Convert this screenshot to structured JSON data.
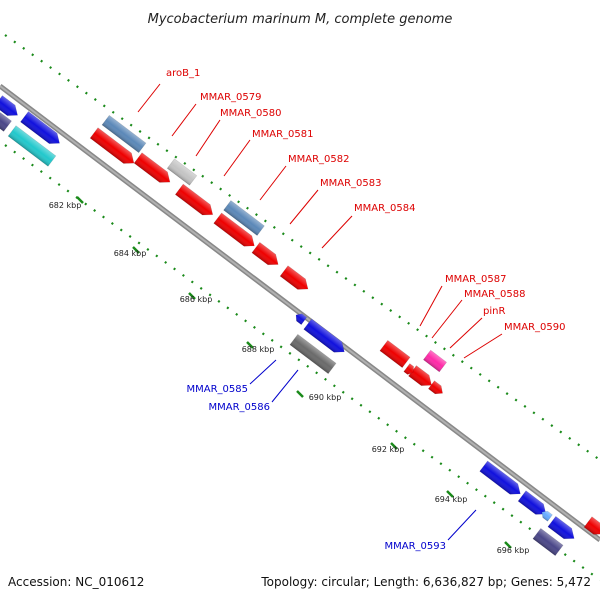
{
  "title": "Mycobacterium marinum M, complete genome",
  "footer": {
    "accession": "Accession: NC_010612",
    "topology": "Topology: circular; Length: 6,636,827 bp; Genes: 5,472"
  },
  "colors": {
    "backbone": "#888888",
    "tick": "#1a8a1a",
    "label_top": "#dd0000",
    "label_bottom": "#0000cc",
    "gene_red": "#ee0000",
    "gene_blue": "#1010dd",
    "gene_steel": "#5b88b8",
    "gene_lightgray": "#c4c4c4",
    "gene_gray": "#6a6a6a",
    "gene_cyan": "#22c8cc",
    "gene_navy": "#4a4688",
    "gene_pink": "#ff2aa8",
    "gene_lightblue": "#66aaff"
  },
  "kbp_labels": [
    "682 kbp",
    "684 kbp",
    "686 kbp",
    "688 kbp",
    "690 kbp",
    "692 kbp",
    "694 kbp",
    "696 kbp"
  ],
  "gene_labels_top": [
    "aroB_1",
    "MMAR_0579",
    "MMAR_0580",
    "MMAR_0581",
    "MMAR_0582",
    "MMAR_0583",
    "MMAR_0584",
    "MMAR_0587",
    "MMAR_0588",
    "pinR",
    "MMAR_0590"
  ],
  "gene_labels_bottom": [
    "MMAR_0585",
    "MMAR_0586",
    "MMAR_0593"
  ]
}
